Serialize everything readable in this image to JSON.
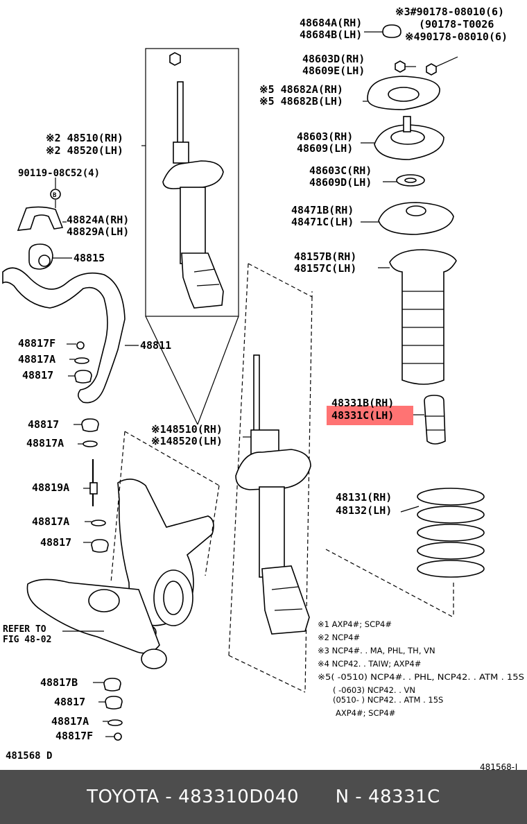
{
  "labels": {
    "p48684a": "48684A(RH)",
    "p48684b": "48684B(LH)",
    "s90178a": "※3#90178-08010(6)",
    "s90178b": "(90178-T0026",
    "s90178c": "※490178-08010(6)",
    "p48603d": "48603D(RH)",
    "p48609e": "48609E(LH)",
    "p48682a": "※5 48682A(RH)",
    "p48682b": "※5 48682B(LH)",
    "p48603": "48603(RH)",
    "p48609": "48609(LH)",
    "p48603c": "48603C(RH)",
    "p48609d": "48609D(LH)",
    "p48471b": "48471B(RH)",
    "p48471c": "48471C(LH)",
    "p48157b": "48157B(RH)",
    "p48157c": "48157C(LH)",
    "p48331b": "48331B(RH)",
    "p48331c": "48331C(LH)",
    "p48131": "48131(RH)",
    "p48132": "48132(LH)",
    "p48510a": "※2 48510(RH)",
    "p48520a": "※2 48520(LH)",
    "p90119": "90119-08C52(4)",
    "circleB": "B",
    "p48824a": "48824A(RH)",
    "p48829a": "48829A(LH)",
    "p48815": "48815",
    "p48817f1": "48817F",
    "p48817a1": "48817A",
    "p48817_1": "48817",
    "p48811": "48811",
    "p48817_2": "48817",
    "p48817a2": "48817A",
    "p48510b": "※148510(RH)",
    "p48520b": "※148520(LH)",
    "p48819a": "48819A",
    "p48817a3": "48817A",
    "p48817_3": "48817",
    "refer1": "REFER TO",
    "refer2": "FIG  48-02",
    "p48817b": "48817B",
    "p48817_4": "48817",
    "p48817a4": "48817A",
    "p48817f2": "48817F",
    "code_left": "481568 D",
    "code_right": "481568-J"
  },
  "notes": [
    "※1  AXP4#; SCP4#",
    "※2  NCP4#",
    "※3  NCP4#. . MA, PHL, TH, VN",
    "※4  NCP42. . TAIW; AXP4#",
    "※5(         -0510) NCP4#. . PHL, NCP42. . ATM . 15S",
    "(          -0603) NCP42. . VN",
    "(0510-          ) NCP42. . ATM . 15S",
    "AXP4#; SCP4#"
  ],
  "highlight_color": "#ff0000",
  "footer": {
    "brand": "TOYOTA",
    "part_number": "483310D040",
    "name": "N - 48331C",
    "separator": " - "
  }
}
